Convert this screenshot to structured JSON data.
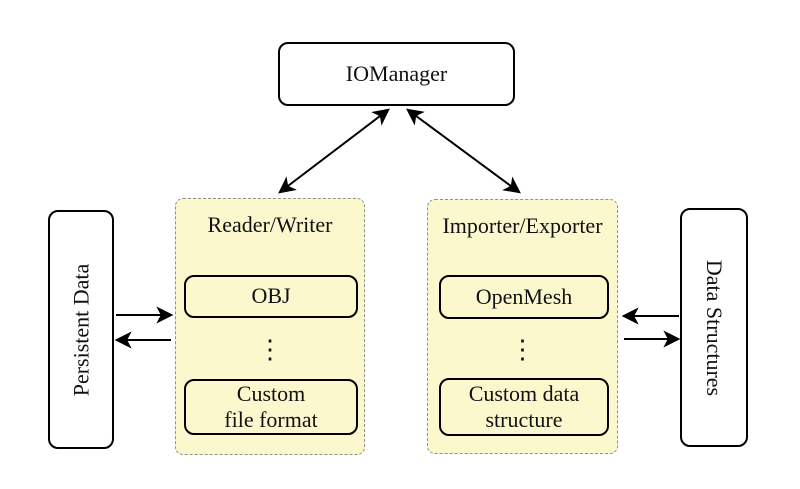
{
  "colors": {
    "group_fill": "#FBF8CE",
    "group_border": "#8F8F8F",
    "line": "#000000",
    "node_fill": "#FFFFFF"
  },
  "nodes": {
    "iomanager": "IOManager",
    "persistent_data": "Persistent Data",
    "data_structures": "Data Structures"
  },
  "groups": {
    "reader_writer": {
      "title": "Reader/Writer",
      "item1": "OBJ",
      "ellipsis": "⋮",
      "item2": "Custom\nfile format"
    },
    "importer_exporter": {
      "title": "Importer/Exporter",
      "item1": "OpenMesh",
      "ellipsis": "⋮",
      "item2": "Custom data\nstructure"
    }
  }
}
